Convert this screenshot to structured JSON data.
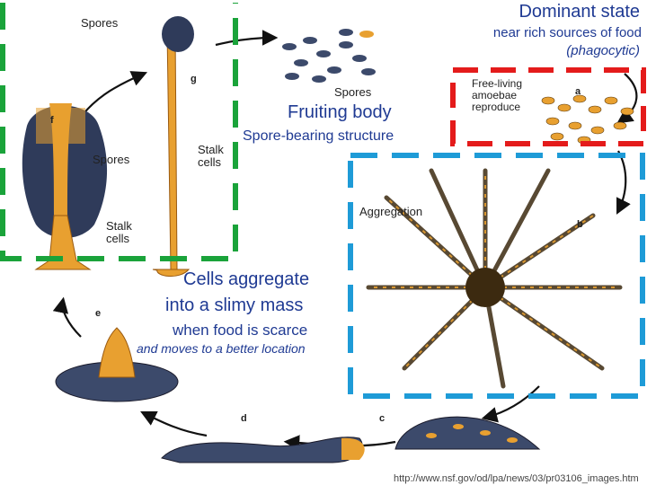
{
  "colors": {
    "green_box": "#1aa33a",
    "red_box": "#e41b1b",
    "blue_box": "#1e9bd7",
    "callout_text": "#1f3a93",
    "spore_dark": "#3c4a6b",
    "cell_orange": "#e8a030"
  },
  "overlay": {
    "dominant_state": "Dominant state",
    "near_food": "near rich sources of food",
    "phagocytic": "(phagocytic)",
    "fruiting_body": "Fruiting body",
    "spore_bearing": "Spore-bearing structure",
    "aggregate_line1": "Cells aggregate",
    "aggregate_line2": "into a slimy mass",
    "food_scarce": "when food is scarce",
    "moves": "and moves to a better location",
    "source_url": "http://www.nsf.gov/od/lpa/news/03/pr03106_images.htm"
  },
  "figure": {
    "spores_top": "Spores",
    "spores_mid": "Spores",
    "spores_right": "Spores",
    "stalk_cells_mid": "Stalk\ncells",
    "stalk_cells_bottom": "Stalk\ncells",
    "free_living": "Free-living\namoebae\nreproduce",
    "aggregation": "Aggregation",
    "step_a": "a",
    "step_b": "b",
    "step_c": "c",
    "step_d": "d",
    "step_e": "e",
    "step_f": "f",
    "step_g": "g"
  }
}
